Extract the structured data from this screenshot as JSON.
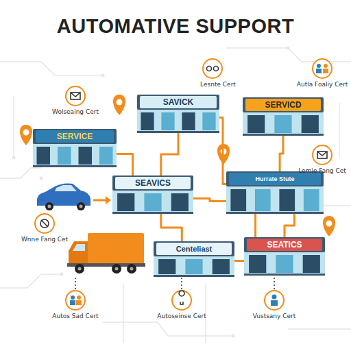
{
  "diagram": {
    "title": "AUTOMATIVE SUPPORT",
    "nodes": [
      {
        "text": [
          "SAVICK"
        ]
      },
      {
        "text": [
          "SERVICD"
        ]
      },
      {
        "text": [
          "SERVICE"
        ]
      },
      {
        "text": [
          "SEAVICS"
        ]
      },
      {
        "text": [
          "Hurrate Stute"
        ]
      },
      {
        "text": [
          "Centeliast"
        ]
      },
      {
        "text": [
          "SEATICS"
        ]
      }
    ],
    "edges": [
      {
        "from": 2,
        "to": 3,
        "arrow": "none"
      },
      {
        "from": 0,
        "to": 3,
        "arrow": "none"
      },
      {
        "from": 0,
        "to": 4,
        "arrow": "none"
      },
      {
        "from": 1,
        "to": 4,
        "arrow": "none"
      },
      {
        "from": 3,
        "to": 4,
        "arrow": "none"
      },
      {
        "from": 3,
        "to": 5,
        "arrow": "none"
      },
      {
        "from": 4,
        "to": 5,
        "arrow": "none"
      },
      {
        "from": 4,
        "to": 6,
        "arrow": "none"
      }
    ],
    "labels": [
      "Lesnte Cert",
      "Autla Foaliy Cert",
      "Wolseaing Cert",
      "Lemie Fang Cet",
      "Wnne Fang Cet",
      "Autos Sad Cert",
      "Autoseinse Cert",
      "Vustsany Cert"
    ]
  }
}
